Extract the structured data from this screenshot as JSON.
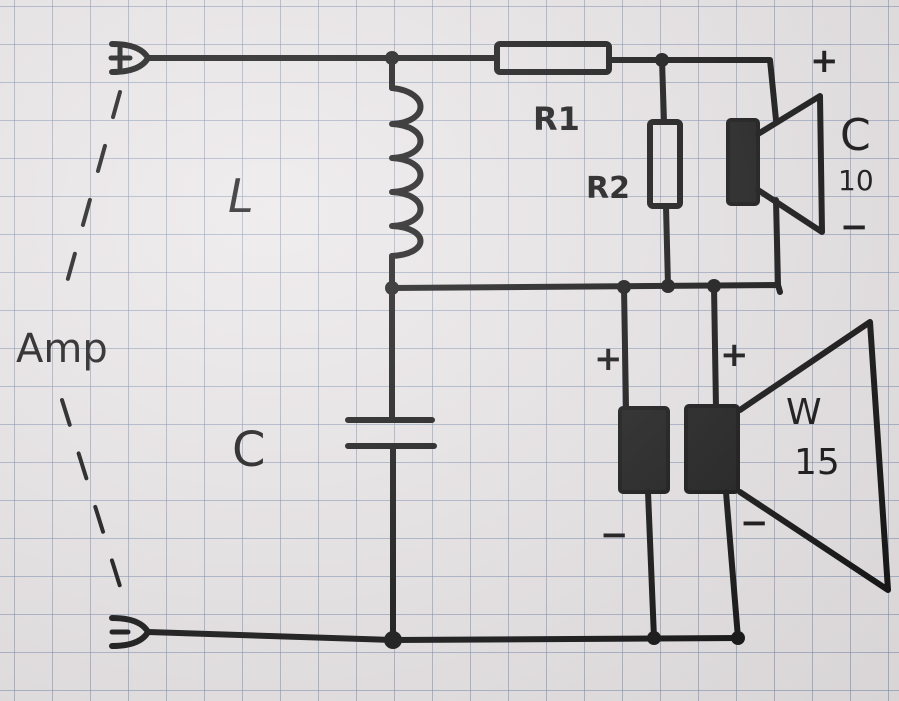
{
  "labels": {
    "amp": "Amp",
    "inductor": "L",
    "capacitor": "C",
    "r1": "R1",
    "r2": "R2",
    "tweeter_name": "C",
    "tweeter_size": "10",
    "woofer_name": "W",
    "woofer_size": "15",
    "tweeter_plus": "+",
    "tweeter_minus": "−",
    "woofer_plus_1": "+",
    "woofer_plus_2": "+",
    "woofer_minus_1": "−",
    "woofer_minus_2": "−"
  },
  "colors": {
    "ink": "#111111",
    "paper": "#ebe7e9",
    "grid": "#788caf"
  }
}
